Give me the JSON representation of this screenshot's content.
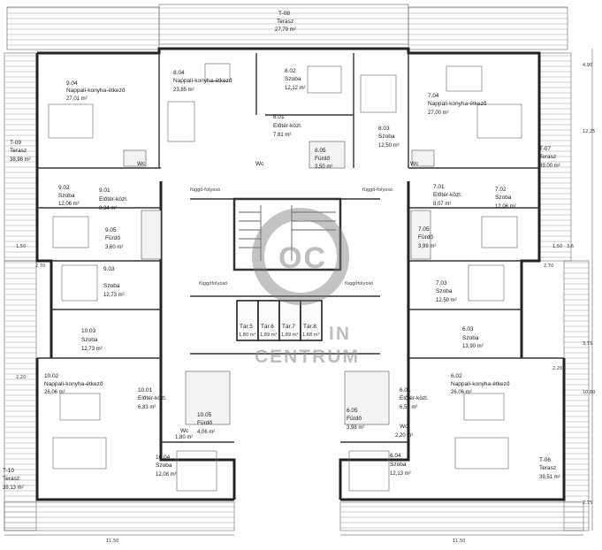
{
  "watermark": {
    "logo_letters": "OC",
    "top_text": "IN",
    "bottom_text": "CENTRUM"
  },
  "corridor_labels": [
    "függő-folyosó",
    "függő-folyosó",
    "függőfolyosó",
    "függőfolyosó"
  ],
  "rooms": [
    {
      "id": "T-08",
      "name": "Terasz",
      "area": "27,79 m²"
    },
    {
      "id": "9.04",
      "name": "Nappali-konyha-étkező",
      "area": "27,01 m²"
    },
    {
      "id": "8.04",
      "name": "Nappali-konyha-étkező",
      "area": "23,85 m²"
    },
    {
      "id": "8.02",
      "name": "Szoba",
      "area": "12,12 m²"
    },
    {
      "id": "7.04",
      "name": "Nappali-konyha-étkező",
      "area": "27,00 m²"
    },
    {
      "id": "8.01",
      "name": "Előtér-közl.",
      "area": "7,81 m²"
    },
    {
      "id": "8.03",
      "name": "Szoba",
      "area": "12,50 m²"
    },
    {
      "id": "8.05",
      "name": "Fürdő",
      "area": "3,50 m²"
    },
    {
      "id": "T-09",
      "name": "Terasz",
      "area": "38,98 m²"
    },
    {
      "id": "T-07",
      "name": "Terasz",
      "area": "39,00 m²"
    },
    {
      "id": "9.02",
      "name": "Szoba",
      "area": "12,06 m²"
    },
    {
      "id": "9.01",
      "name": "Előtér-közl.",
      "area": "8,34 m²"
    },
    {
      "id": "7.01",
      "name": "Előtér-közl.",
      "area": "8,07 m²"
    },
    {
      "id": "7.02",
      "name": "Szoba",
      "area": "12,06 m²"
    },
    {
      "id": "9.05",
      "name": "Fürdő",
      "area": "3,60 m²"
    },
    {
      "id": "7.05",
      "name": "Fürdő",
      "area": "3,99 m²"
    },
    {
      "id": "9.03",
      "name": "Szoba",
      "area": "12,73 m²"
    },
    {
      "id": "7.03",
      "name": "Szoba",
      "area": "12,50 m²"
    },
    {
      "id": "10.03",
      "name": "Szoba",
      "area": "12,73 m²"
    },
    {
      "id": "6.03",
      "name": "Szoba",
      "area": "13,90 m²"
    },
    {
      "id": "10.02",
      "name": "Nappali-konyha-étkező",
      "area": "26,06 m²"
    },
    {
      "id": "6.02",
      "name": "Nappali-konyha-étkező",
      "area": "26,06 m²"
    },
    {
      "id": "10.01",
      "name": "Előtér-közl.",
      "area": "6,83 m²"
    },
    {
      "id": "6.01",
      "name": "Előtér-közl.",
      "area": "6,54 m²"
    },
    {
      "id": "10.05",
      "name": "Fürdő",
      "area": "4,06 m²"
    },
    {
      "id": "6.05",
      "name": "Fürdő",
      "area": "3,98 m²"
    },
    {
      "id": "10.04",
      "name": "Szoba",
      "area": "12,08 m²"
    },
    {
      "id": "6.04",
      "name": "Szoba",
      "area": "12,13 m²"
    },
    {
      "id": "T-10",
      "name": "Terasz",
      "area": "39,13 m²"
    },
    {
      "id": "T-06",
      "name": "Terasz",
      "area": "39,51 m²"
    }
  ],
  "wc_labels": [
    {
      "name": "Wc",
      "area": ""
    },
    {
      "name": "Wc",
      "area": ""
    },
    {
      "name": "Wc",
      "area": ""
    },
    {
      "name": "Wc",
      "area": "1,80 m²"
    },
    {
      "name": "Wc",
      "area": "2,20 m²"
    }
  ],
  "storage_rooms": [
    {
      "id": "Tár.5",
      "area": "1,80 m²"
    },
    {
      "id": "Tár.6",
      "area": "1,89 m²"
    },
    {
      "id": "Tár.7",
      "area": "1,89 m²"
    },
    {
      "id": "Tár.8",
      "area": "1,68 m²"
    }
  ],
  "dimensions": [
    "11,50",
    "11,50",
    "12,25",
    "10,60",
    "2,70",
    "2,70",
    "2,20",
    "2,20",
    "1,50",
    "1,50",
    "3,6",
    "4,90",
    "2,75",
    "3,75"
  ]
}
